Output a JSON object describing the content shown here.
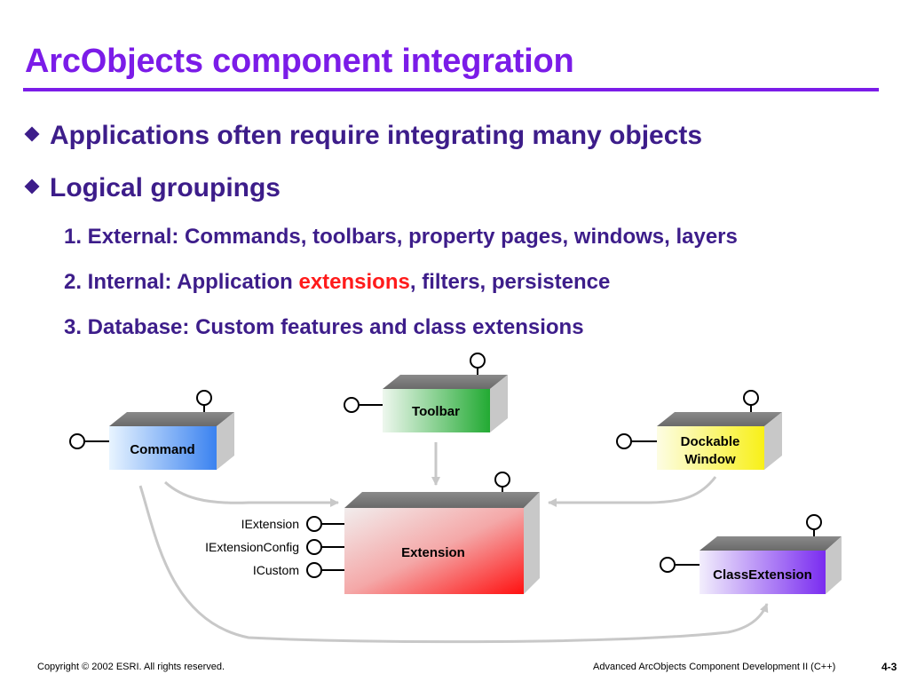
{
  "slide": {
    "title": "ArcObjects component integration",
    "bullets": [
      "Applications often require integrating many objects",
      "Logical groupings"
    ],
    "sub_items": [
      {
        "text": "1. External: Commands, toolbars, property pages, windows, layers"
      },
      {
        "prefix": "2. Internal: Application ",
        "highlight": "extensions",
        "suffix": ", filters, persistence"
      },
      {
        "text": "3. Database: Custom features and class extensions"
      }
    ],
    "accent_color": "#7b1ce8",
    "text_color": "#3d1d8a",
    "highlight_color": "#ff1b1b"
  },
  "diagram": {
    "boxes": {
      "command": "Command",
      "toolbar": "Toolbar",
      "dockable_line1": "Dockable",
      "dockable_line2": "Window",
      "extension": "Extension",
      "class_extension": "ClassExtension"
    },
    "interfaces": [
      "IExtension",
      "IExtensionConfig",
      "ICustom"
    ]
  },
  "footer": {
    "copyright": "Copyright © 2002 ESRI. All rights reserved.",
    "course": "Advanced ArcObjects Component Development II (C++)",
    "page": "4-3"
  }
}
